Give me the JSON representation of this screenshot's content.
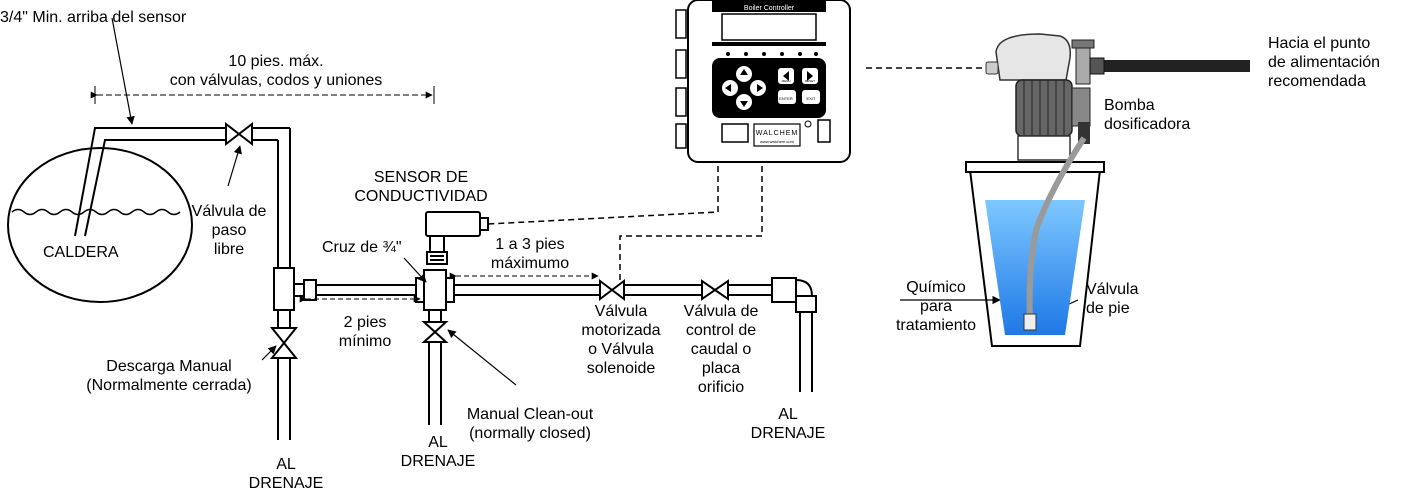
{
  "labels": {
    "min_above_sensor": "3/4\" Min. arriba del sensor",
    "max_length": "10 pies. máx.\ncon válvulas, codos y uniones",
    "boiler": "CALDERA",
    "full_port_valve": "Válvula de\npaso\nlibre",
    "manual_blowdown": "Descarga Manual\n(Normalmente cerrada)",
    "drain_left": "AL\nDRENAJE",
    "cross": "Cruz de ¾\"",
    "sensor": "SENSOR DE\nCONDUCTIVIDAD",
    "min_distance": "2 pies\nmínimo",
    "max_distance": "1 a 3 pies\nmáximumo",
    "cleanout": "Manual Clean-out\n(normally closed)",
    "drain_middle": "AL\nDRENAJE",
    "motorized_valve": "Válvula\nmotorizada\no Válvula\nsolenoide",
    "flow_control_valve": "Válvula de\ncontrol de\ncaudal o\nplaca\norificio",
    "drain_right": "AL\nDRENAJE",
    "to_injection_point": "Hacia el punto\nde alimentación\nrecomendada",
    "metering_pump": "Bomba\ndosificadora",
    "treatment_chemical": "Químico\npara\ntratamiento",
    "foot_valve": "Válvula\nde pie"
  },
  "controller": {
    "title": "Boiler Controller",
    "brand": "WALCHEM",
    "website": "www.walchem.com",
    "key_menu": "MENU",
    "key_reset": "RESET",
    "key_enter": "ENTER",
    "key_exit": "EXIT"
  },
  "colors": {
    "chemical": "#1e90ff",
    "tube": "#9a9a9a"
  }
}
